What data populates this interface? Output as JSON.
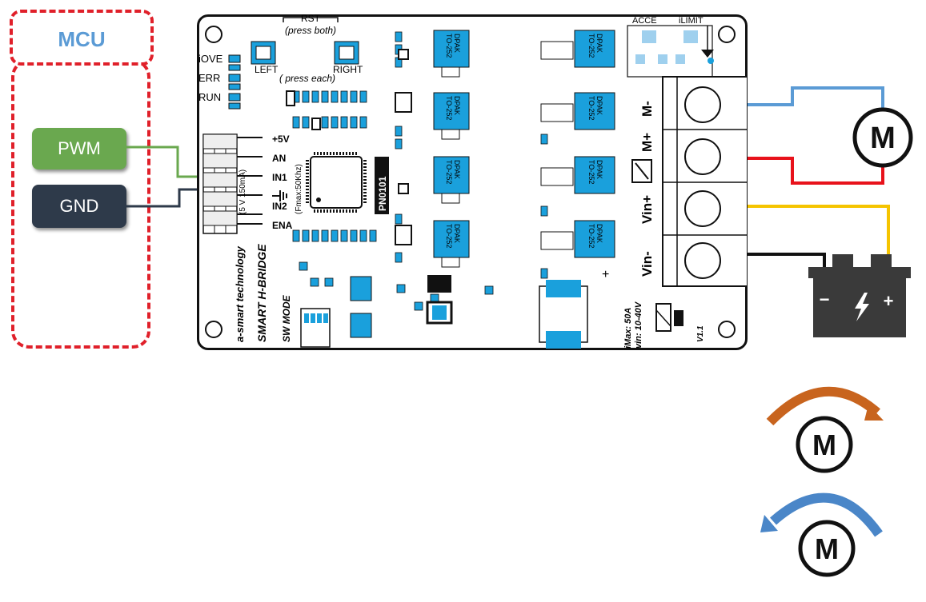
{
  "mcu": {
    "title": "MCU"
  },
  "signals": {
    "pwm": "PWM",
    "gnd": "GND"
  },
  "status_leds": [
    "iOVE",
    "ERR",
    "RUN"
  ],
  "buttons": {
    "rst": "RST",
    "press_both": "(press  both)",
    "left": "LEFT",
    "right": "RIGHT",
    "press_each": "( press each)"
  },
  "header_pins": [
    "+5V",
    "AN",
    "IN1",
    "IN2",
    "ENA"
  ],
  "pin_notes": {
    "current": "(5 V 150mA)",
    "freq": "(Fmax:50Khz)"
  },
  "chip_label": "PN0101",
  "mosfet": {
    "pkg": "DPAK",
    "pkg2": "TO-252"
  },
  "pots": {
    "acce": "ACCE",
    "ilimit": "iLIMIT"
  },
  "terminals": [
    "M-",
    "M+",
    "Vin+",
    "Vin-"
  ],
  "branding": {
    "company": "a-smart technology",
    "product": "SMART H-BRIDGE",
    "mode": "SW MODE",
    "spec_imax": "iMax: 50A",
    "spec_vin": "vin: 10-40V",
    "version": "V1.1"
  },
  "motor_label": "M",
  "battery": {
    "minus": "−",
    "plus": "+"
  },
  "colors": {
    "mcu_border": "#e0202a",
    "mcu_title": "#5b9bd5",
    "pwm": "#6aa84f",
    "gnd": "#2e3a4a",
    "component": "#1aa0dc",
    "wire_blue": "#5b9bd5",
    "wire_red": "#e8121b",
    "wire_yellow": "#f5c400",
    "wire_black": "#111111",
    "arrow_orange": "#c8641e",
    "arrow_blue": "#4a86c8"
  }
}
